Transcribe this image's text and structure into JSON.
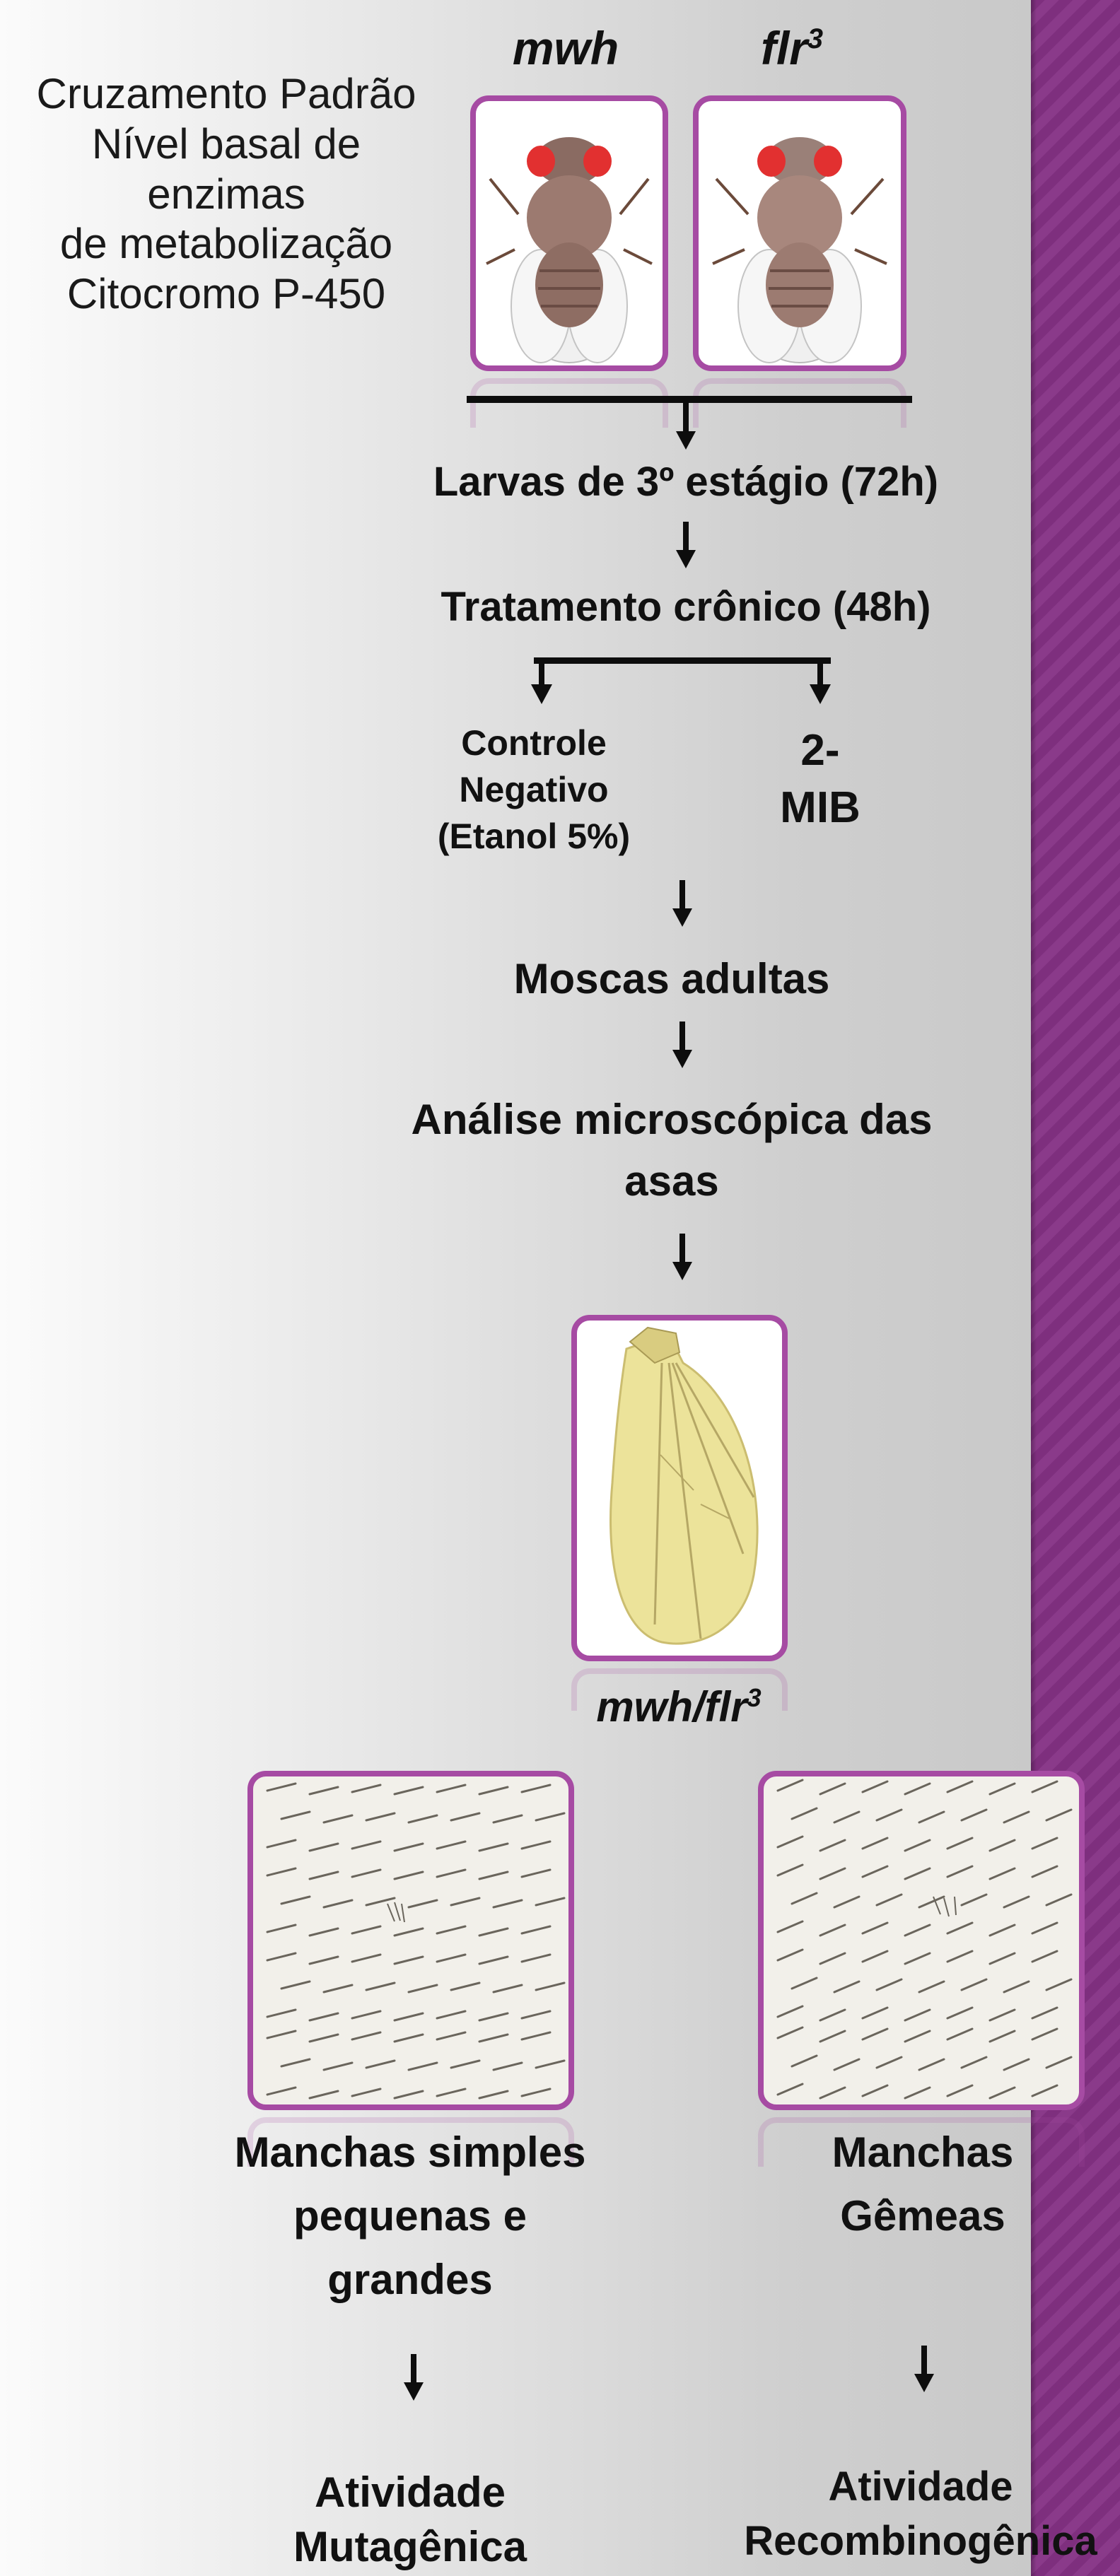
{
  "cross": {
    "title_lines": [
      "Cruzamento Padrão",
      "Nível basal  de",
      "enzimas",
      "de metabolização",
      "Citocromo P-450"
    ],
    "parent_left_label": "mwh",
    "parent_right_label": "flr",
    "parent_right_sup": "3"
  },
  "steps": {
    "larvae": "Larvas de 3º estágio (72h)",
    "treatment": "Tratamento crônico (48h)",
    "control_lines": [
      "Controle",
      "Negativo",
      "(Etanol 5%)"
    ],
    "compound_lines": [
      "2-",
      "MIB"
    ],
    "adults": "Moscas adultas",
    "analysis_lines": [
      "Análise microscópica das",
      "asas"
    ]
  },
  "wing": {
    "label": "mwh/flr",
    "label_sup": "3"
  },
  "results": {
    "left_lines": [
      "Manchas simples",
      "pequenas e",
      "grandes"
    ],
    "right_lines": [
      "Manchas",
      "Gêmeas"
    ],
    "left_activity_lines": [
      "Atividade",
      "Mutagênica"
    ],
    "right_activity_lines": [
      "Atividade",
      "Recombinogênica"
    ]
  },
  "colors": {
    "frame_border": "#a64ba3",
    "side_stripe": "#7e2f7e",
    "wing_fill": "#ece39a"
  }
}
